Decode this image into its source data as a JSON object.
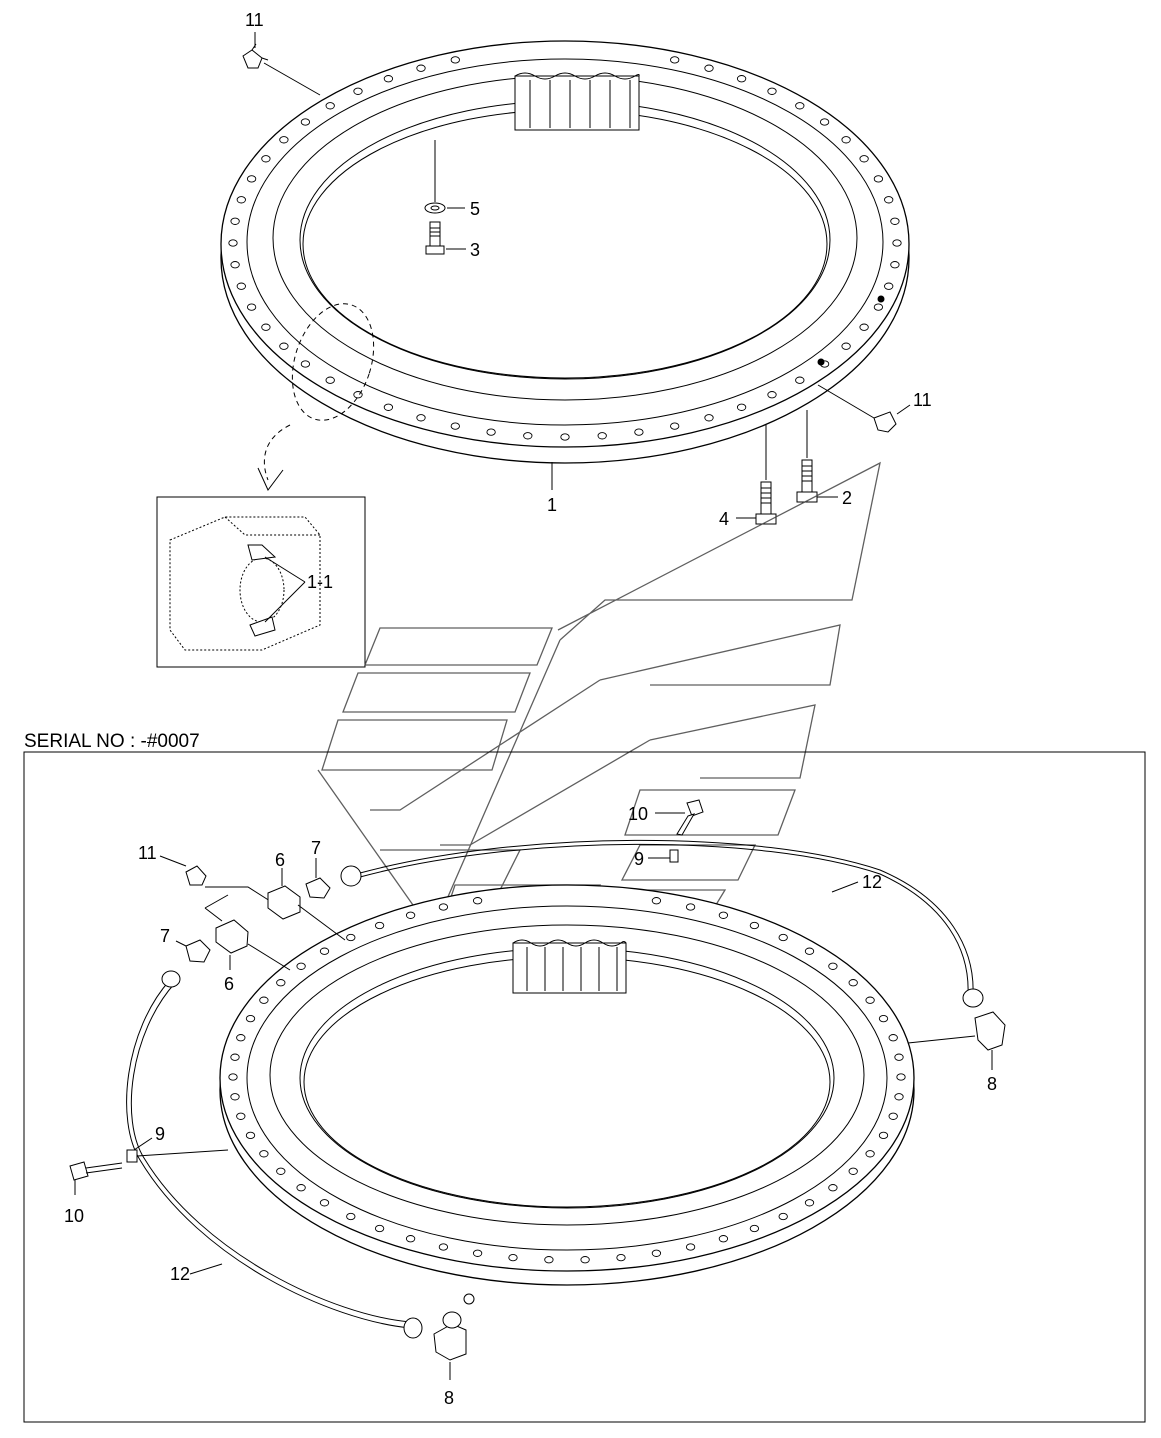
{
  "serial_note": "SERIAL NO : -#0007",
  "colors": {
    "line": "#000000",
    "background": "#ffffff",
    "watermark": "#444444"
  },
  "callouts_top": {
    "c11a": "11",
    "c5": "5",
    "c3": "3",
    "c11b": "11",
    "c1": "1",
    "c2": "2",
    "c4": "4",
    "c1_1": "1-1"
  },
  "callouts_bottom": {
    "c10a": "10",
    "c9a": "9",
    "c11": "11",
    "c6a": "6",
    "c7a": "7",
    "c7b": "7",
    "c6b": "6",
    "c12a": "12",
    "c8a": "8",
    "c9b": "9",
    "c10b": "10",
    "c12b": "12",
    "c8b": "8"
  }
}
